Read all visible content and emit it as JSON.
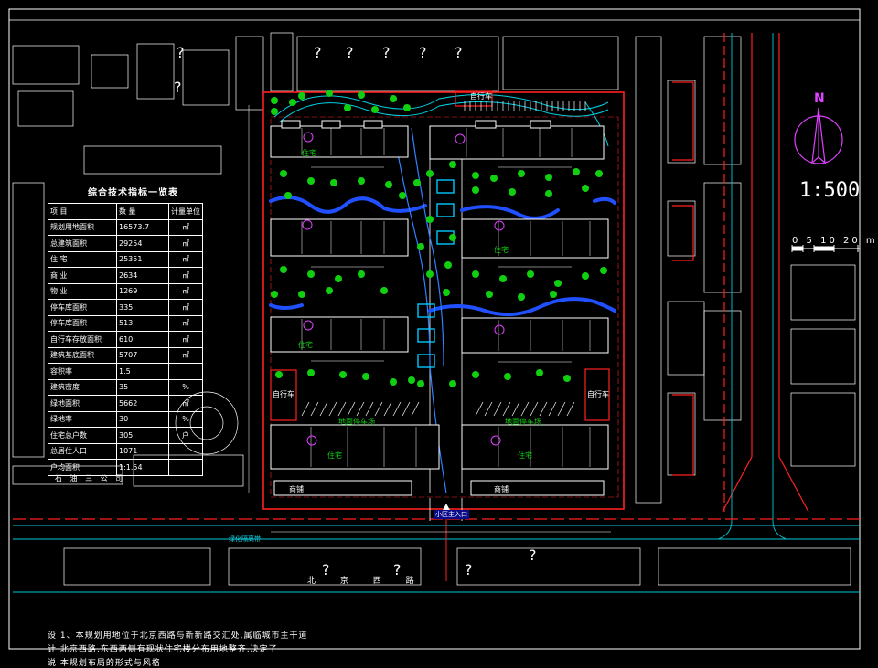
{
  "table": {
    "title": "综合技术指标一览表",
    "header": [
      "项 目",
      "数 量",
      "计量单位"
    ],
    "rows": [
      [
        "规划用地面积",
        "16573.7",
        "㎡"
      ],
      [
        "总建筑面积",
        "29254",
        "㎡"
      ],
      [
        "住 宅",
        "25351",
        "㎡"
      ],
      [
        "商 业",
        "2634",
        "㎡"
      ],
      [
        "物 业",
        "1269",
        "㎡"
      ],
      [
        "停车库面积",
        "335",
        "㎡"
      ],
      [
        "停车库面积",
        "513",
        "㎡"
      ],
      [
        "自行车存放面积",
        "610",
        "㎡"
      ],
      [
        "建筑基底面积",
        "5707",
        "㎡"
      ],
      [
        "容积率",
        "1.5",
        ""
      ],
      [
        "建筑密度",
        "35",
        "%"
      ],
      [
        "绿地面积",
        "5662",
        "㎡"
      ],
      [
        "绿地率",
        "30",
        "%"
      ],
      [
        "住宅总户数",
        "305",
        "户"
      ],
      [
        "总居住人口",
        "1071",
        ""
      ],
      [
        "户均面积",
        "1:1.54",
        ""
      ]
    ]
  },
  "scale": {
    "ratio": "1:500",
    "bar": "0 5 10 20 m"
  },
  "north": "N",
  "road": "北 京 西 路",
  "company": "石 油 三 公 司",
  "entrance": "小区主入口",
  "labels": {
    "bike": "自行车",
    "shop": "商铺",
    "residence": "住宅",
    "parking": "地面停车场",
    "greenbelt": "绿化隔离带"
  },
  "unknown": "?",
  "notes": [
    "设  1、本规划用地位于北京西路与新新路交汇处,属临城市主干道",
    "计      北京西路,东西两侧有现状住宅楼分布用地整齐,决定了",
    "说      本规划布局的形式与风格"
  ]
}
